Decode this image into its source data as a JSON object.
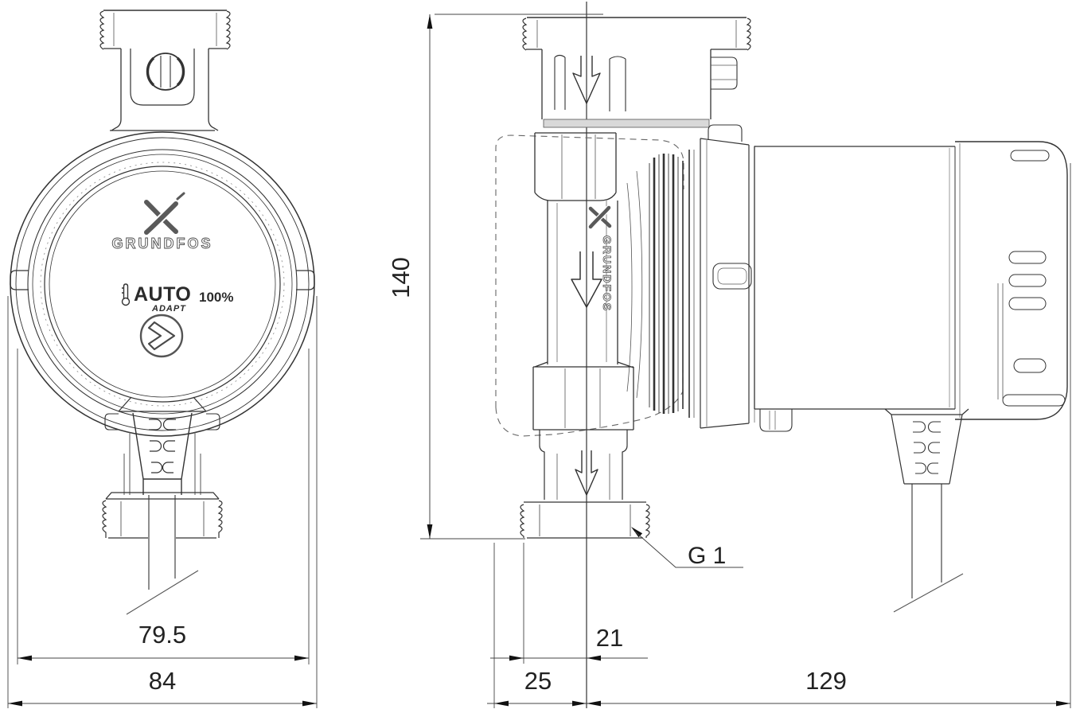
{
  "page": {
    "title": "Grundfos circulator pump - dimensional drawing",
    "background": "#ffffff"
  },
  "branding": {
    "logo_text": "GRUNDFOS",
    "logo_mark_icon": "grundfos-x-mark"
  },
  "faceplate": {
    "mode_label": "AUTO",
    "mode_sub_label": "ADAPT",
    "capacity_label": "100%",
    "thermometer_icon": "thermometer-icon",
    "nav_icon": "chevron-right-icon"
  },
  "annotations": {
    "connection_thread": "G 1"
  },
  "dimensions": {
    "housing_width": "79.5",
    "overall_width": "84",
    "port_height": "140",
    "center_to_housing_left": "21",
    "center_to_shell_left": "25",
    "center_to_cable_right": "129"
  },
  "colors": {
    "part_line": "#333333",
    "dim_line": "#444444",
    "text": "#222222",
    "dashed_line": "#666666",
    "gasket_fill": "#d9d9d9"
  }
}
